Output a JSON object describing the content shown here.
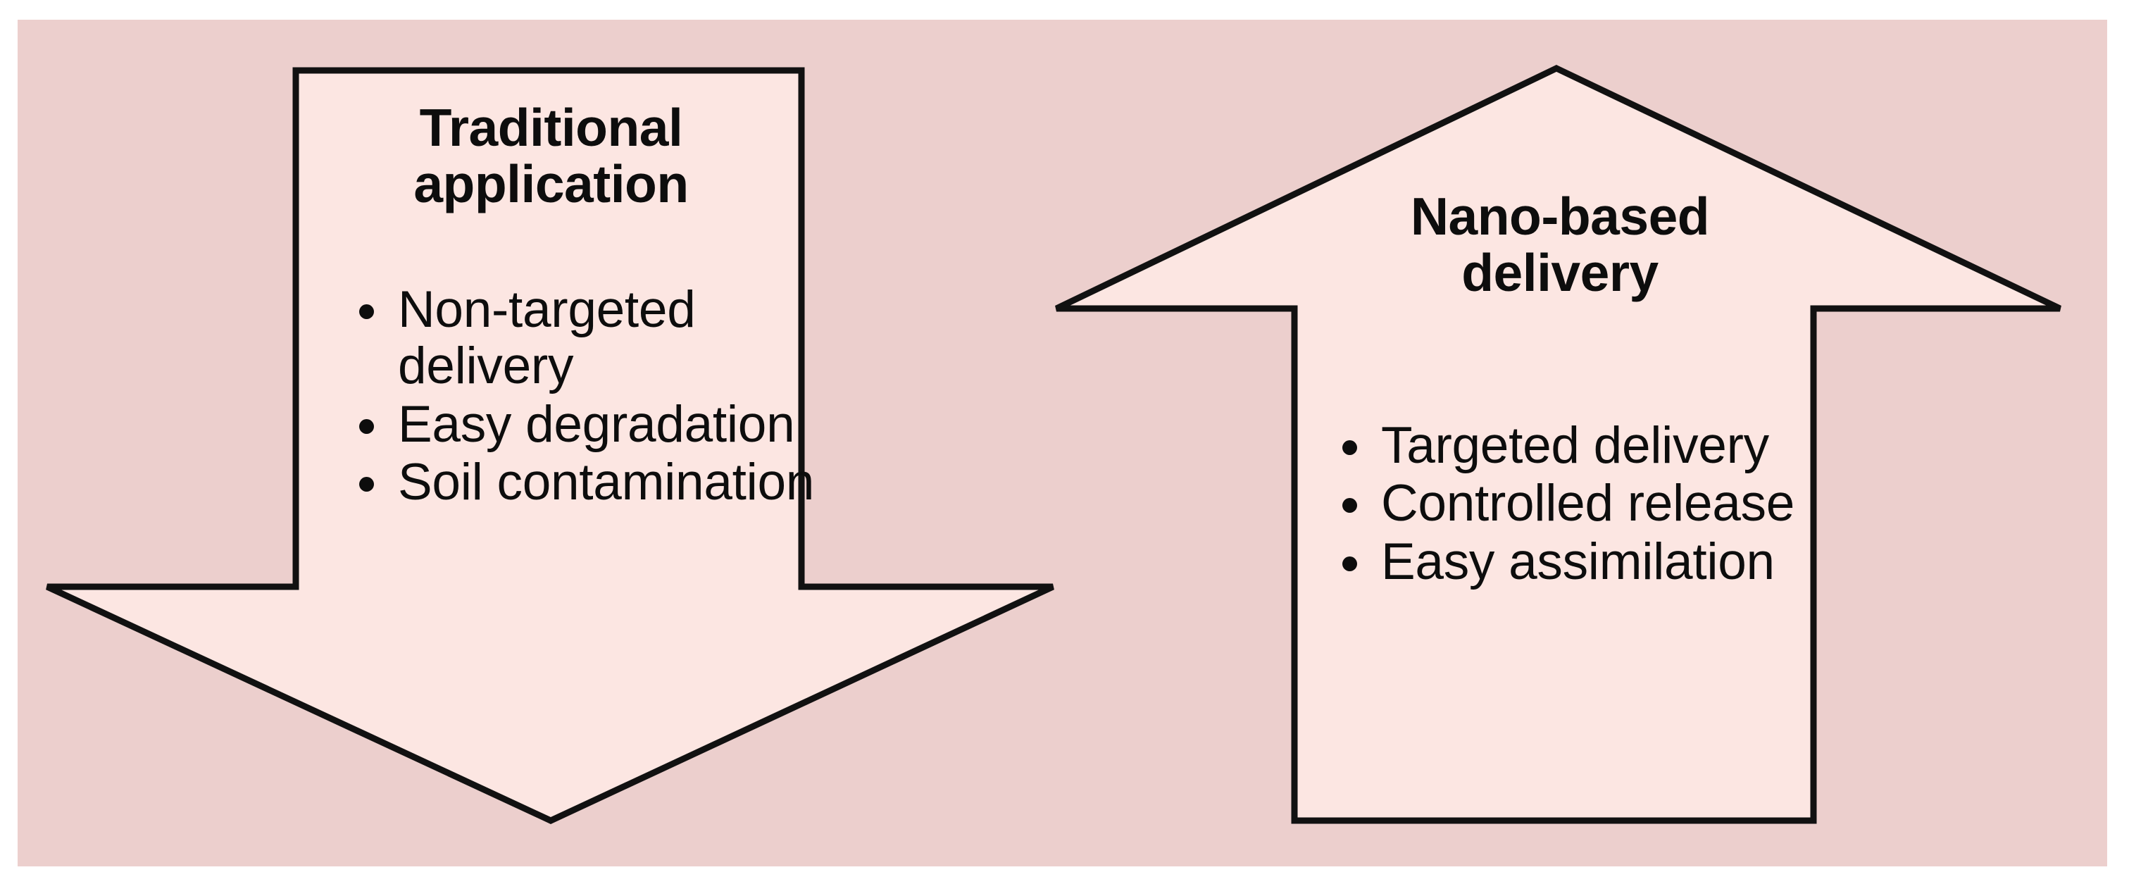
{
  "figure": {
    "type": "two-arrow comparison diagram",
    "background_color": "#eccfcd",
    "arrow_fill_color": "#fce6e2",
    "arrow_outline_color": "#111111",
    "text_color": "#0d0d0d"
  },
  "left_arrow": {
    "direction": "down",
    "icon_name": "down-arrow",
    "heading": "Traditional application",
    "heading_lines": [
      "Traditional",
      "application"
    ],
    "bullets": [
      "Non-targeted delivery",
      "Easy degradation",
      "Soil contamination"
    ]
  },
  "right_arrow": {
    "direction": "up",
    "icon_name": "up-arrow",
    "heading": "Nano-based delivery",
    "heading_lines": [
      "Nano-based",
      "delivery"
    ],
    "bullets": [
      "Targeted delivery",
      "Controlled release",
      "Easy assimilation"
    ]
  }
}
